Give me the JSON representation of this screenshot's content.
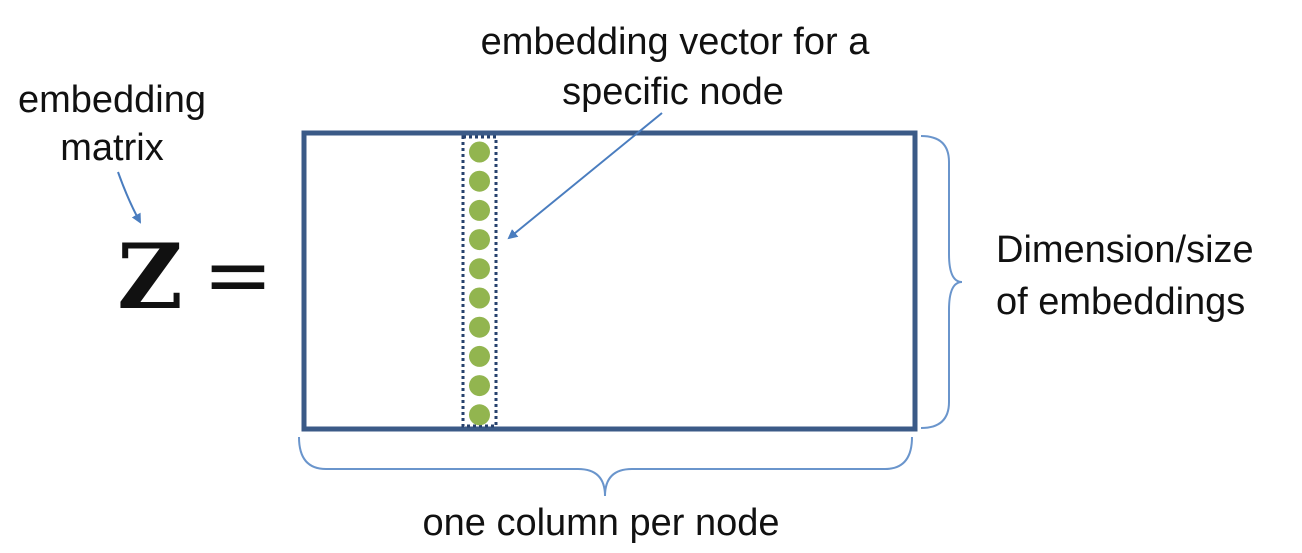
{
  "labels": {
    "embedding_matrix_line1": "embedding",
    "embedding_matrix_line2": "matrix",
    "vector_line1": "embedding vector for a",
    "vector_line2": "specific node",
    "dimension_line1": "Dimension/size",
    "dimension_line2": "of embeddings",
    "column_caption": "one column per node"
  },
  "equation": {
    "symbol": "Z",
    "equals": "="
  },
  "vector": {
    "node_count": 10
  },
  "colors": {
    "matrix_border": "#3b5a87",
    "arrow": "#4a7dbf",
    "node_fill": "#92b54f",
    "dotted_border": "#27426e",
    "brace": "#6a95cc"
  }
}
